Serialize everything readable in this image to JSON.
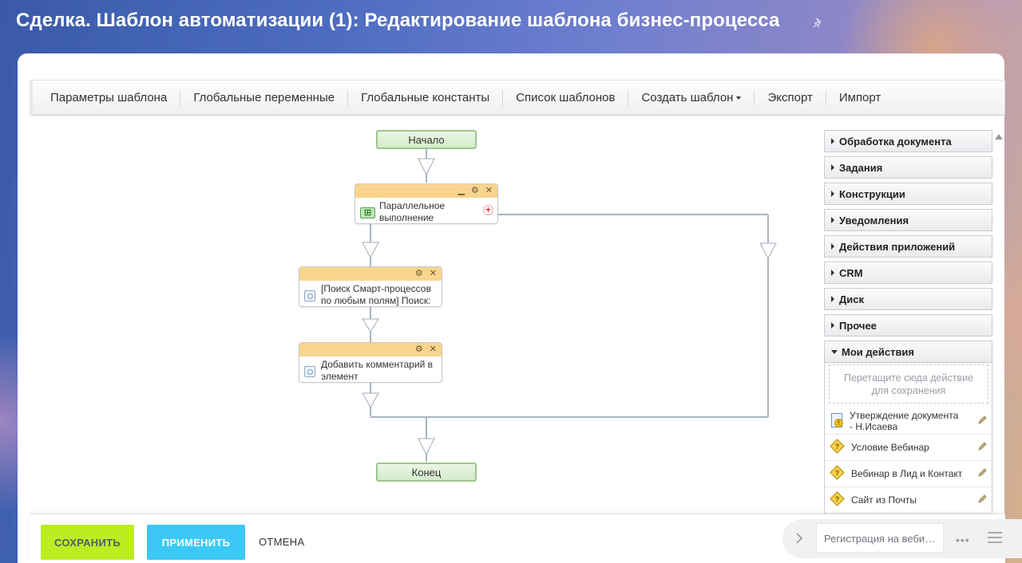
{
  "page": {
    "title": "Сделка. Шаблон автоматизации (1): Редактирование шаблона бизнес-процесса"
  },
  "toolbar": {
    "items": [
      "Параметры шаблона",
      "Глобальные переменные",
      "Глобальные константы",
      "Список шаблонов",
      "Создать шаблон",
      "Экспорт",
      "Импорт"
    ]
  },
  "diagram": {
    "start": "Начало",
    "end": "Конец",
    "parallel": "Параллельное выполнение",
    "search": "[Поиск Смарт-процессов по любым полям] Поиск:",
    "comment": "Добавить комментарий в элемент"
  },
  "palette": {
    "groups": [
      "Обработка документа",
      "Задания",
      "Конструкции",
      "Уведомления",
      "Действия приложений",
      "CRM",
      "Диск",
      "Прочее"
    ],
    "my_actions_title": "Мои действия",
    "drop_hint": "Перетащите сюда действие для сохранения",
    "my_items": [
      "Утверждение документа - Н.Исаева",
      "Условие Вебинар",
      "Вебинар в Лид и Контакт",
      "Сайт из Почты"
    ]
  },
  "footer": {
    "save": "СОХРАНИТЬ",
    "apply": "ПРИМЕНИТЬ",
    "cancel": "ОТМЕНА"
  },
  "widget": {
    "input_value": "Регистрация на вебинар"
  },
  "colors": {
    "save_button": "#bbed21",
    "apply_button": "#3bc8f5",
    "activity_header": "#f8d58e",
    "terminal_fill": "#d4eccb"
  }
}
